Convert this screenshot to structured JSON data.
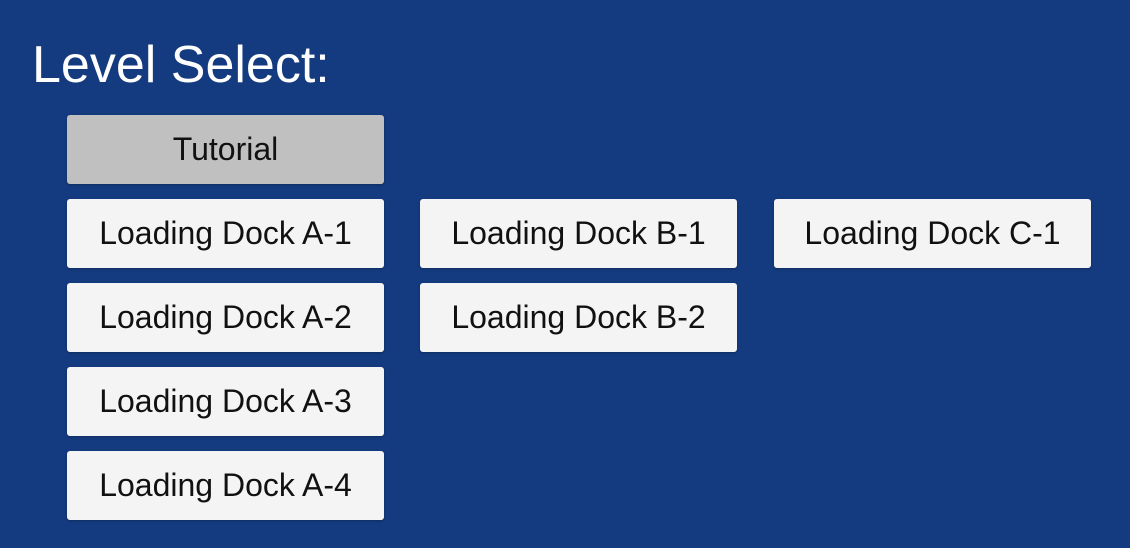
{
  "screen": {
    "title": "Level Select:",
    "background_color": "#143a7f"
  },
  "levels": {
    "tutorial": {
      "label": "Tutorial",
      "selected": true
    },
    "a1": {
      "label": "Loading Dock A-1"
    },
    "a2": {
      "label": "Loading Dock A-2"
    },
    "a3": {
      "label": "Loading Dock A-3"
    },
    "a4": {
      "label": "Loading Dock A-4"
    },
    "b1": {
      "label": "Loading Dock B-1"
    },
    "b2": {
      "label": "Loading Dock B-2"
    },
    "c1": {
      "label": "Loading Dock C-1"
    }
  },
  "colors": {
    "button": "#f4f4f4",
    "button_selected": "#c0c0c0",
    "button_text": "#111111",
    "title_text": "#ffffff"
  }
}
